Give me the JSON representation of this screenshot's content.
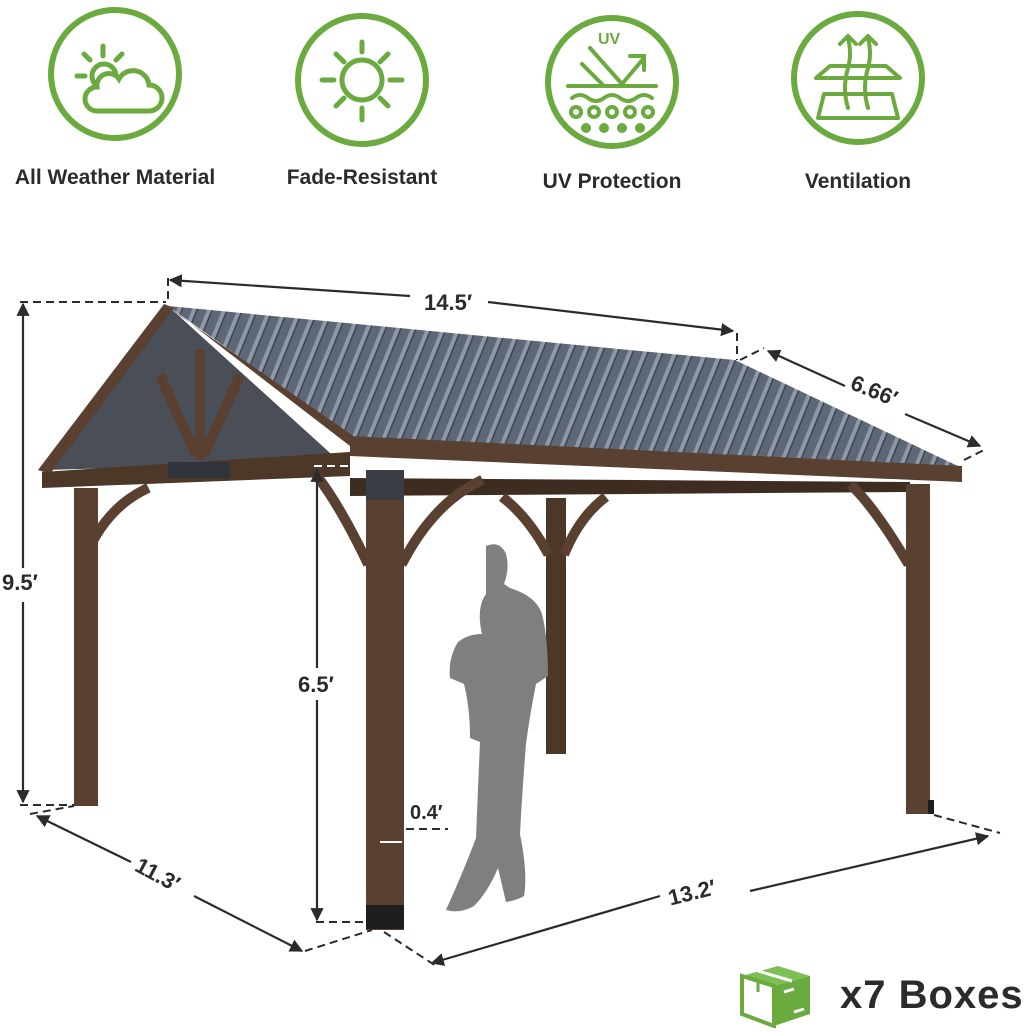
{
  "colors": {
    "accent_green": "#6aaa3f",
    "wood": "#5a4030",
    "wood_dark": "#3e2c20",
    "roof": "#5d6775",
    "roof_light": "#8e98a6",
    "silhouette": "#7f7f7f",
    "text": "#2b2b2b"
  },
  "features": [
    {
      "label": "All Weather Material",
      "icon": "sun-cloud-icon"
    },
    {
      "label": "Fade-Resistant",
      "icon": "sun-icon"
    },
    {
      "label": "UV Protection",
      "icon": "uv-shield-icon",
      "icon_text": "UV"
    },
    {
      "label": "Ventilation",
      "icon": "ventilation-arrows-icon"
    }
  ],
  "dimensions": {
    "roof_length": "14.5′",
    "roof_slope": "6.66′",
    "total_height": "9.5′",
    "clearance_height": "6.5′",
    "post_width": "0.4′",
    "depth": "11.3′",
    "width": "13.2′"
  },
  "package": {
    "icon": "package-box-icon",
    "label": "x7 Boxes"
  }
}
